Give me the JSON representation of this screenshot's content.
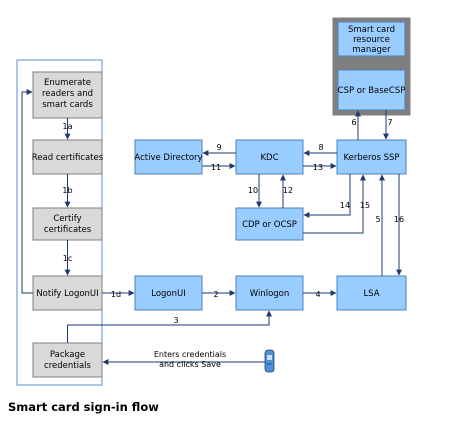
{
  "boxes": {
    "enumerate": [
      "Enumerate",
      "readers and",
      "smart cards"
    ],
    "read_certs": [
      "Read certificates"
    ],
    "certify": [
      "Certify",
      "certificates"
    ],
    "notify": [
      "Notify LogonUI"
    ],
    "package": [
      "Package",
      "credentials"
    ],
    "active_directory": [
      "Active Directory"
    ],
    "kdc": [
      "KDC"
    ],
    "cdp": [
      "CDP or OCSP"
    ],
    "kerberos": [
      "Kerberos SSP"
    ],
    "logonui": [
      "LogonUI"
    ],
    "winlogon": [
      "Winlogon"
    ],
    "lsa": [
      "LSA"
    ],
    "scrm": [
      "Smart card",
      "resource",
      "manager"
    ],
    "csp": [
      "CSP or BaseCSP"
    ]
  },
  "labels": {
    "l1a": "1a",
    "l1b": "1b",
    "l1c": "1c",
    "l1d": "1d",
    "l2": "2",
    "l3": "3",
    "l4": "4",
    "l5": "5",
    "l6": "6",
    "l7": "7",
    "l8": "8",
    "l9": "9",
    "l10": "10",
    "l11": "11",
    "l12": "12",
    "l13": "13",
    "l14": "14",
    "l15": "15",
    "l16": "16"
  },
  "user_action": [
    "Enters credentials",
    "and clicks Save"
  ],
  "caption": "Smart card sign-in flow",
  "colors": {
    "gray_box": "#d9d9d9",
    "blue_box": "#99ccff",
    "dark_panel": "#7f7f7f",
    "container_border": "#5b8fd4",
    "arrow": "#1f3a70"
  }
}
